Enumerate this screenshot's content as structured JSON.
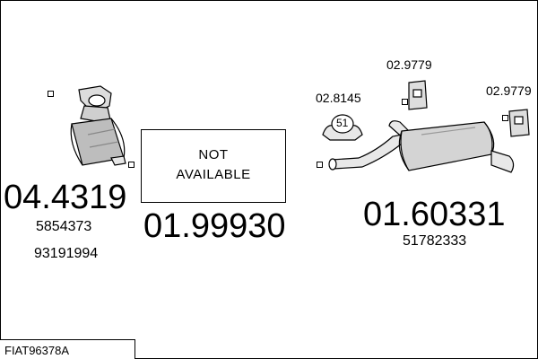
{
  "diagram": {
    "reference": "FIAT96378A",
    "not_available": {
      "line1": "NOT",
      "line2": "AVAILABLE"
    },
    "parts": [
      {
        "code": "04.4319",
        "oem_numbers": [
          "5854373",
          "93191994"
        ]
      },
      {
        "code": "01.99930"
      },
      {
        "code": "01.60331",
        "oem_numbers": [
          "51782333"
        ]
      }
    ],
    "accessories": [
      {
        "code": "02.8145",
        "label": "51"
      },
      {
        "code": "02.9779"
      },
      {
        "code": "02.9779"
      }
    ]
  }
}
